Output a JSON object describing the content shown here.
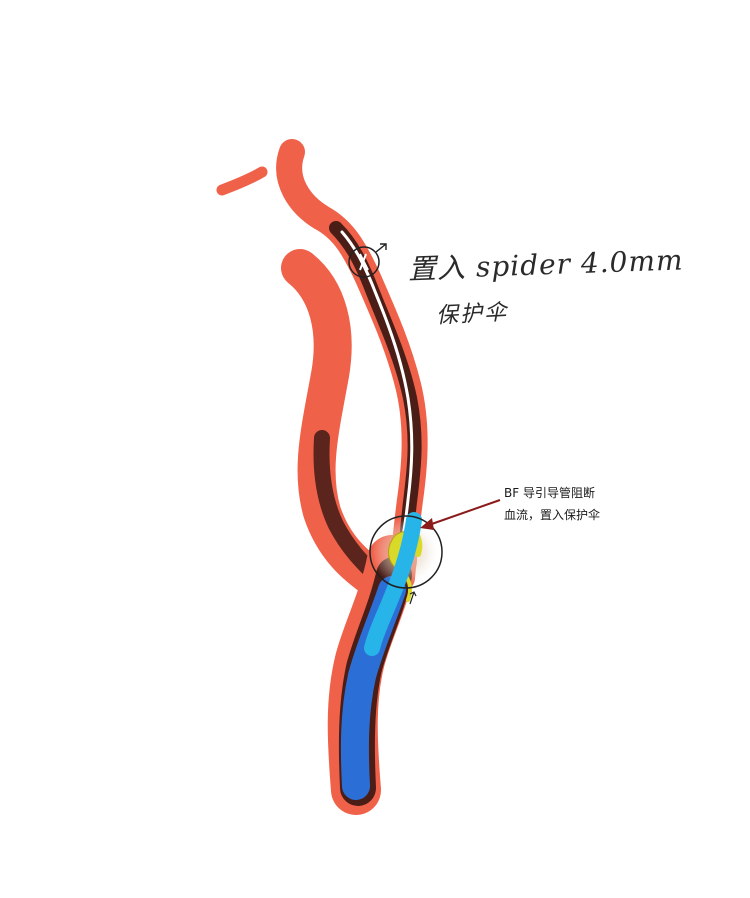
{
  "annotations": {
    "top_handwritten_line1": "置入 spider 4.0mm",
    "top_handwritten_line2": "保护伞",
    "bf_line1": "BF 导引导管阻断",
    "bf_line2": "血流，置入保护伞"
  },
  "colors": {
    "vessel": "#f0614a",
    "vessel_lumen": "#4a1e17",
    "guide_catheter": "#2b6fd6",
    "device_tip": "#27b4e8",
    "plaque": "#d9d92a",
    "wire": "#ffffff",
    "arrow": "#8b1a1a",
    "outline": "#222222"
  }
}
